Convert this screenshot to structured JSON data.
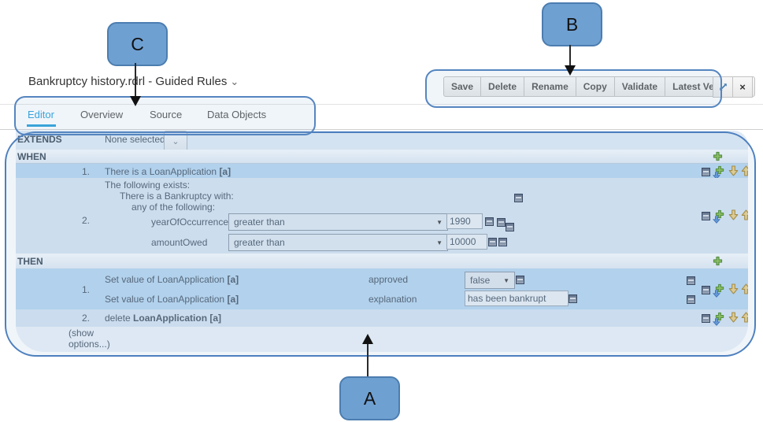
{
  "window": {
    "title": "Bankruptcy history.rdrl - Guided Rules"
  },
  "icons": {
    "caret_down": "⌄",
    "select_arrow": "▼"
  },
  "toolbar": {
    "save": "Save",
    "delete": "Delete",
    "rename": "Rename",
    "copy": "Copy",
    "validate": "Validate",
    "latest_version": "Latest Version",
    "close": "×"
  },
  "tabs": {
    "editor": "Editor",
    "overview": "Overview",
    "source": "Source",
    "data_objects": "Data Objects"
  },
  "rule": {
    "extends_label": "EXTENDS",
    "extends_value": "None selected",
    "when_label": "WHEN",
    "then_label": "THEN",
    "when_row1": {
      "num": "1.",
      "text": "There is a LoanApplication",
      "binding": "[a]"
    },
    "when_row2": {
      "num": "2.",
      "line1": "The following exists:",
      "line2": "There is a Bankruptcy with:",
      "line3": "any of the following:",
      "constraint1": {
        "field": "yearOfOccurrence",
        "operator": "greater than",
        "value": "1990"
      },
      "constraint2": {
        "field": "amountOwed",
        "operator": "greater than",
        "value": "10000"
      }
    },
    "then_row1": {
      "num": "1.",
      "action1": {
        "text": "Set value of LoanApplication",
        "binding": "[a]",
        "field": "approved",
        "value": "false"
      },
      "action2": {
        "text": "Set value of LoanApplication",
        "binding": "[a]",
        "field": "explanation",
        "value": "has been bankrupt"
      }
    },
    "then_row2": {
      "num": "2.",
      "text": "delete",
      "target": "LoanApplication [a]"
    },
    "show_options": "(show options...)"
  },
  "callouts": {
    "a": "A",
    "b": "B",
    "c": "C"
  },
  "colors": {
    "highlight_row": "#b7d5ef",
    "accent_tab": "#2aa0d9",
    "callout_fill": "#6fa0d2",
    "region_border": "#4d7fbe"
  }
}
